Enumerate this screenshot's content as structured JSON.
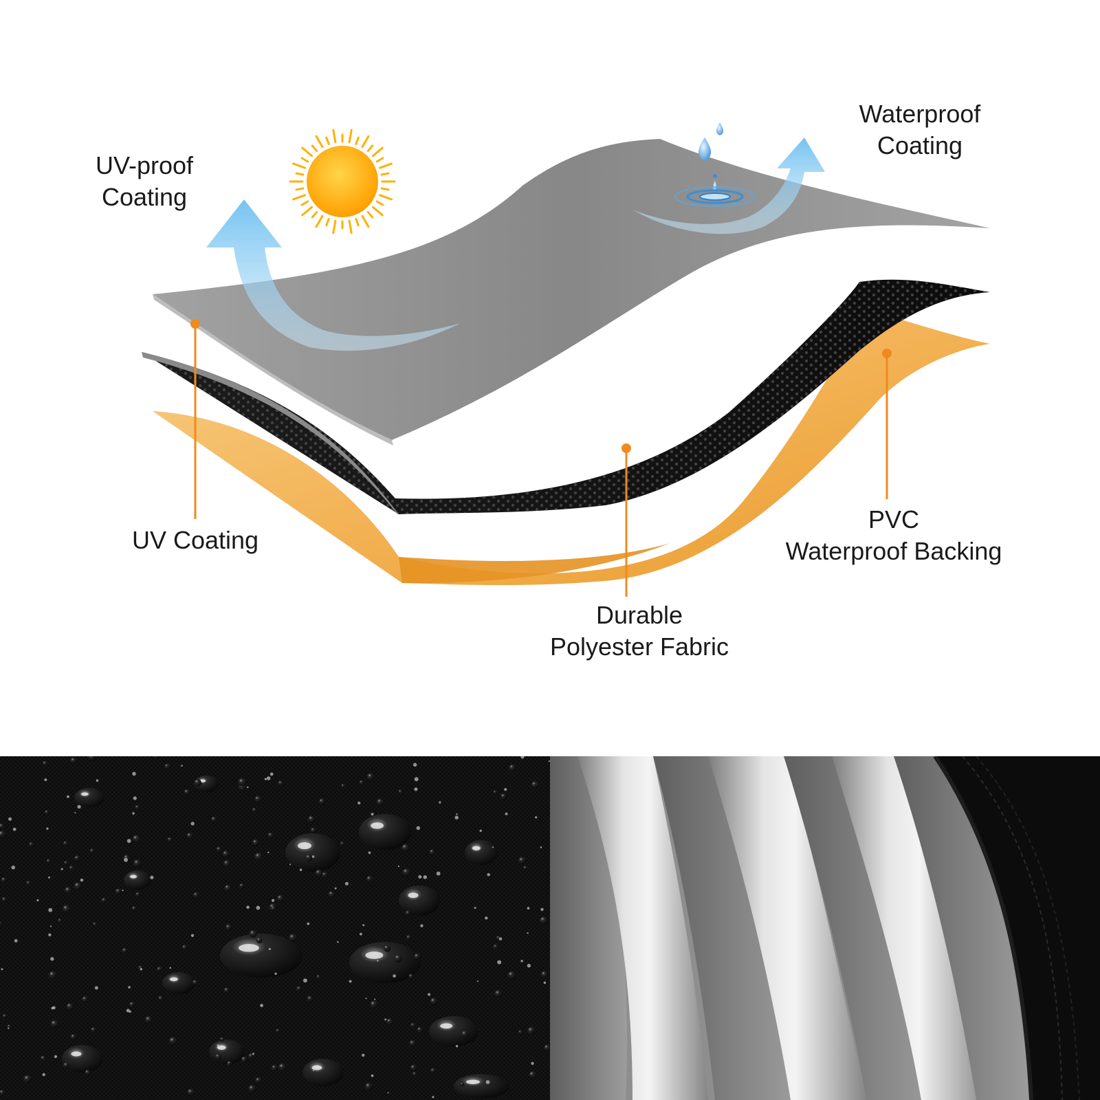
{
  "labels": {
    "uv_proof": [
      "UV-proof",
      "Coating"
    ],
    "waterproof": [
      "Waterproof",
      "Coating"
    ],
    "uv_coating": [
      "UV Coating"
    ],
    "pvc": [
      "PVC",
      "Waterproof Backing"
    ],
    "polyester": [
      "Durable",
      "Polyester Fabric"
    ]
  },
  "colors": {
    "top_layer": "#8a8a8a",
    "middle_layer": "#141414",
    "bottom_layer": "#f2b45a",
    "callout": "#f08a1e",
    "arrow": "#7ec4ee",
    "sun": "#ffb000"
  },
  "icons": {
    "sun": "sun-icon",
    "water_drop": "water-drop-icon",
    "arrows": "curved-arrow-icon"
  }
}
